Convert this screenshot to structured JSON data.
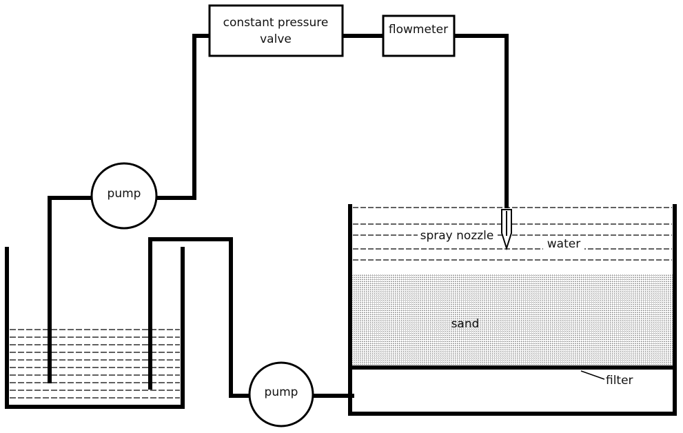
{
  "labels": {
    "valve_line1": "constant pressure",
    "valve_line2": "valve",
    "flowmeter": "flowmeter",
    "pump_upper": "pump",
    "pump_lower": "pump",
    "spray_nozzle": "spray nozzle",
    "water": "water",
    "sand": "sand",
    "filter": "filter"
  },
  "colors": {
    "line": "#000000",
    "sand_fill": "#bdbdbd",
    "background": "#ffffff"
  }
}
